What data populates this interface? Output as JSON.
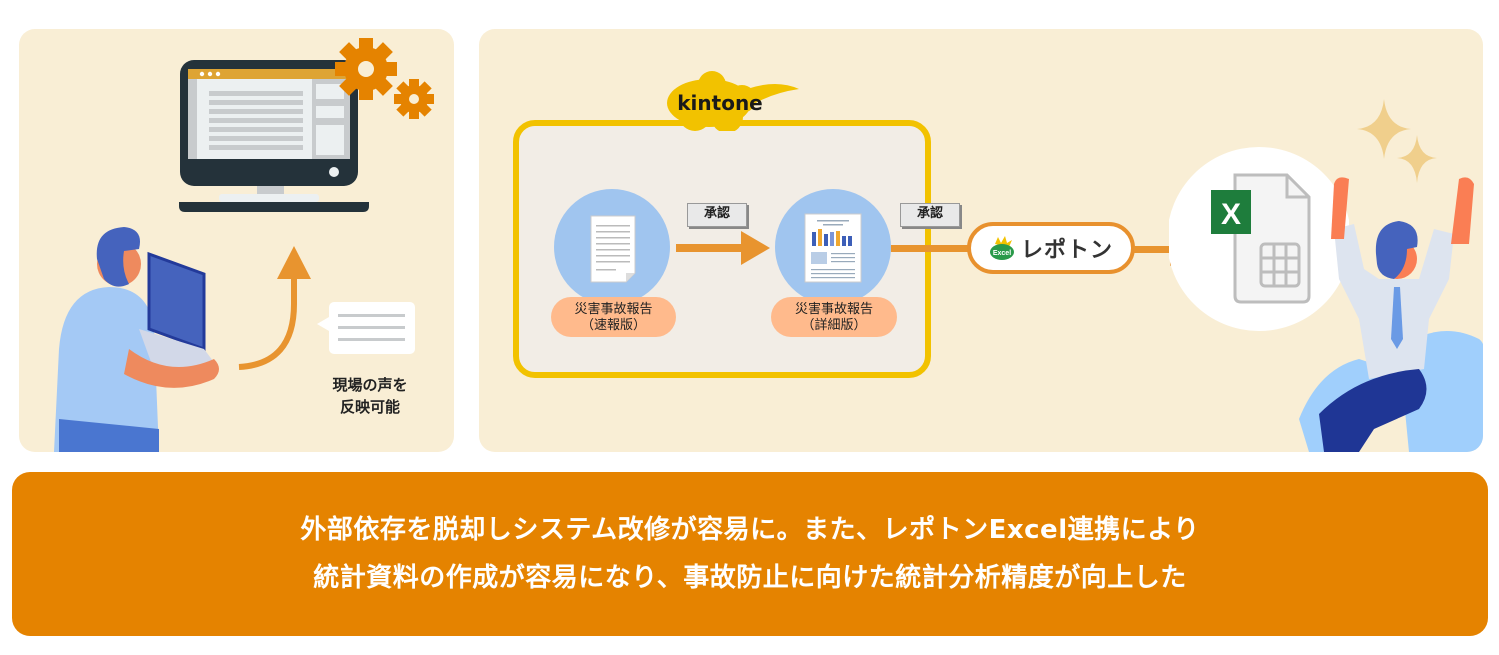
{
  "left_panel": {
    "caption_line1": "現場の声を",
    "caption_line2": "反映可能"
  },
  "right_panel": {
    "kintone_label": "kintone",
    "approval_label_1": "承認",
    "approval_label_2": "承認",
    "doc1": {
      "line1": "災害事故報告",
      "line2": "（速報版）"
    },
    "doc2": {
      "line1": "災害事故報告",
      "line2": "（詳細版）"
    },
    "reportone_label": "レポトン",
    "reportone_badge": "Excel",
    "excel_letter": "X"
  },
  "banner": {
    "line1": "外部依存を脱却しシステム改修が容易に。また、レポトンExcel連携により",
    "line2": "統計資料の作成が容易になり、事故防止に向けた統計分析精度が向上した"
  },
  "colors": {
    "panel_bg": "#f9eed5",
    "banner_bg": "#e58300",
    "kintone_yellow": "#f2c200",
    "arrow_orange": "#e8912e",
    "gear_orange": "#e58300",
    "excel_green": "#1e7d3c"
  }
}
